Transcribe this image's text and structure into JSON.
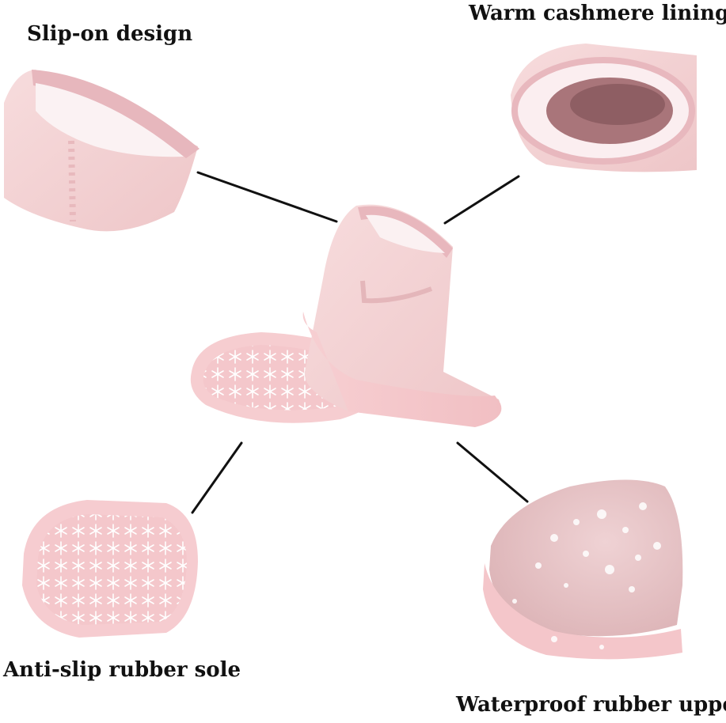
{
  "captions": {
    "slip_on": "Slip-on design",
    "warm_lining": "Warm cashmere lining",
    "anti_slip": "Anti-slip rubber sole",
    "waterproof": "Waterproof rubber upper"
  },
  "colors": {
    "background": "#ffffff",
    "suede": "#f3d4d6",
    "sole": "#f6c9cc",
    "lining": "#fbeef0",
    "line": "#111111"
  }
}
